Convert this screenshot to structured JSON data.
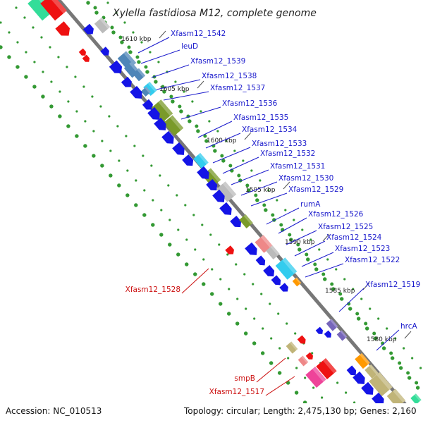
{
  "title": "Xylella fastidiosa M12, complete genome",
  "footer": {
    "accession": "Accession: NC_010513",
    "summary": "Topology: circular; Length: 2,475,130 bp; Genes: 2,160"
  },
  "scale_labels": [
    "1610 kbp",
    "1605 kbp",
    "1600 kbp",
    "1595 kbp",
    "1590 kbp",
    "1585 kbp",
    "1580 kbp"
  ],
  "gene_labels": [
    {
      "text": "Xfasm12_1542",
      "strand": "forward"
    },
    {
      "text": "leuD",
      "strand": "forward"
    },
    {
      "text": "Xfasm12_1539",
      "strand": "forward"
    },
    {
      "text": "Xfasm12_1538",
      "strand": "forward"
    },
    {
      "text": "Xfasm12_1537",
      "strand": "forward"
    },
    {
      "text": "Xfasm12_1536",
      "strand": "forward"
    },
    {
      "text": "Xfasm12_1535",
      "strand": "forward"
    },
    {
      "text": "Xfasm12_1534",
      "strand": "forward"
    },
    {
      "text": "Xfasm12_1533",
      "strand": "forward"
    },
    {
      "text": "Xfasm12_1532",
      "strand": "forward"
    },
    {
      "text": "Xfasm12_1531",
      "strand": "forward"
    },
    {
      "text": "Xfasm12_1530",
      "strand": "forward"
    },
    {
      "text": "Xfasm12_1529",
      "strand": "forward"
    },
    {
      "text": "rumA",
      "strand": "forward"
    },
    {
      "text": "Xfasm12_1526",
      "strand": "forward"
    },
    {
      "text": "Xfasm12_1525",
      "strand": "forward"
    },
    {
      "text": "Xfasm12_1524",
      "strand": "forward"
    },
    {
      "text": "Xfasm12_1523",
      "strand": "forward"
    },
    {
      "text": "Xfasm12_1522",
      "strand": "forward"
    },
    {
      "text": "Xfasm12_1519",
      "strand": "forward"
    },
    {
      "text": "hrcA",
      "strand": "forward"
    },
    {
      "text": "Xfasm12_1528",
      "strand": "reverse"
    },
    {
      "text": "smpB",
      "strand": "reverse"
    },
    {
      "text": "Xfasm12_1517",
      "strand": "reverse"
    }
  ],
  "colors": {
    "forward_label": "#1a1acc",
    "reverse_label": "#cc1111",
    "backbone": "#777777",
    "tick_green": "#339933",
    "cds_blue": "#1414e6",
    "rna_red": "#ee1111",
    "olive": "#7a9a2a",
    "cyan": "#33ccee",
    "steel": "#4f86b8",
    "khaki": "#c0b478",
    "pink": "#ee4499",
    "orange": "#ff9900",
    "teal": "#33dd99",
    "purple": "#7766bb",
    "salmon": "#ee8888",
    "grey": "#bbbbbb"
  }
}
